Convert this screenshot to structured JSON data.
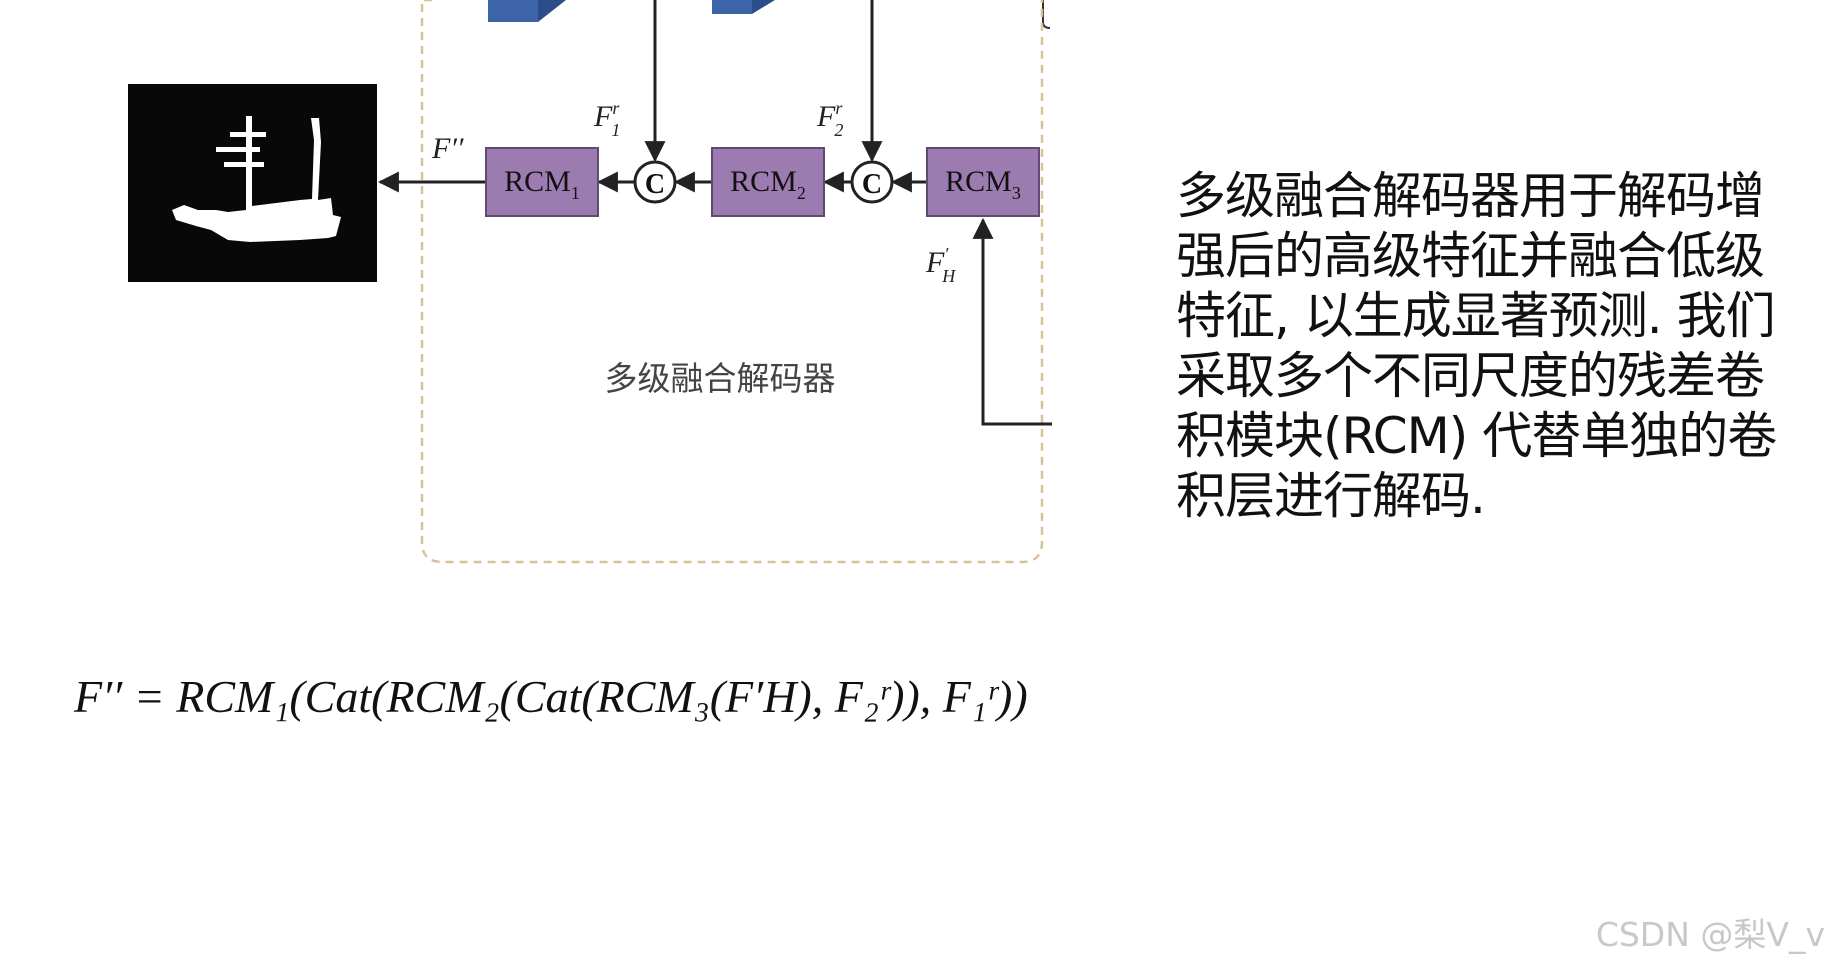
{
  "diagram": {
    "decoder_label": "多级融合解码器",
    "blocks": [
      {
        "id": "rcm1",
        "name": "RCM",
        "sub": "1"
      },
      {
        "id": "rcm2",
        "name": "RCM",
        "sub": "2"
      },
      {
        "id": "rcm3",
        "name": "RCM",
        "sub": "3"
      }
    ],
    "concat_symbol": "C",
    "labels": {
      "f_out": "F′′",
      "f1r": {
        "base": "F",
        "sup": "r",
        "sub": "1"
      },
      "f2r": {
        "base": "F",
        "sup": "r",
        "sub": "2"
      },
      "fh": {
        "base": "F",
        "sup": "′",
        "sub": "H"
      }
    },
    "colors": {
      "rcm_fill": "#9c7bb0",
      "rcm_stroke": "#5f4a72",
      "encoder_blue": "#3d63a8",
      "decoder_border": "#d8c29a",
      "arrow": "#222222"
    }
  },
  "formula": {
    "text": "F′′ = RCM₁(Cat(RCM₂(Cat(RCM₃(F′H), F₂ʳ)), F₁ʳ))"
  },
  "description": {
    "lines": [
      "多级融合解码器用于解码增",
      "强后的高级特征并融合低级",
      "特征, 以生成显著预测. 我们",
      "采取多个不同尺度的残差卷",
      "积模块(RCM) 代替单独的卷",
      "积层进行解码."
    ]
  },
  "watermark": "CSDN @梨V_v"
}
